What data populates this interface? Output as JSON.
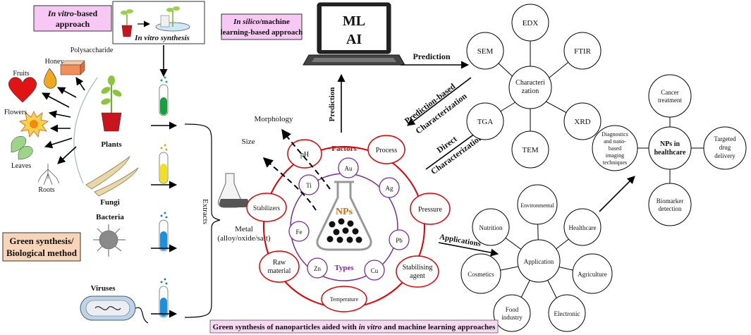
{
  "approach_vitro": {
    "line1_italic": "In vitro",
    "line1_rest": "-based",
    "line2": "approach"
  },
  "vitro_synthesis": {
    "italic": "In vitro",
    "rest": " synthesis"
  },
  "approach_silico": {
    "line1_italic": "In silico",
    "line1_rest": "/machine",
    "line2": "learning-based approach"
  },
  "laptop": {
    "line1": "ML",
    "line2": "AI"
  },
  "sources": {
    "fruits": "Fruits",
    "honey": "Honey",
    "polysaccharide": "Polysaccharide",
    "flowers": "Flowers",
    "leaves": "Leaves",
    "roots": "Roots",
    "plants": "Plants",
    "fungi": "Fungi",
    "bacteria": "Bacteria",
    "viruses": "Viruses"
  },
  "green_box": {
    "line1": "Green synthesis/",
    "line2": "Biological method"
  },
  "extracts": "Extracts",
  "metal": {
    "line1": "Metal",
    "line2": "(alloy/oxide/salt)"
  },
  "np_center": "NPs",
  "factors_title": "Factors",
  "types_title": "Types",
  "factors": {
    "ph": "pH",
    "process": "Process",
    "pressure": "Pressure",
    "stabilising_1": "Stabilising",
    "stabilising_2": "agent",
    "temperature": "Temperature",
    "raw_1": "Raw",
    "raw_2": "material",
    "stabilizers": "Stabilizers"
  },
  "types": {
    "au": "Au",
    "ag": "Ag",
    "pb": "Pb",
    "cu": "Cu",
    "zn": "Zn",
    "fe": "Fe",
    "ti": "Ti"
  },
  "size": "Size",
  "morphology": "Morphology",
  "arrows": {
    "prediction": "Prediction",
    "prediction_vert": "Prediction",
    "pred_based_1": "Prediction-based",
    "pred_based_2": "Characterization",
    "direct_1": "Direct",
    "direct_2": "Characterization",
    "applications": "Applications"
  },
  "characterization": {
    "center_1": "Characteri",
    "center_2": "zation",
    "edx": "EDX",
    "sem": "SEM",
    "ftir": "FTIR",
    "tga": "TGA",
    "xrd": "XRD",
    "tem": "TEM"
  },
  "application": {
    "center": "Application",
    "environmental": "Environmental",
    "nutrition": "Nutrition",
    "healthcare": "Healthcare",
    "cosmetics": "Cosmetics",
    "agriculture": "Agriculture",
    "food_1": "Food",
    "food_2": "industry",
    "electronic": "Electronic"
  },
  "healthcare": {
    "center_1": "NPs in",
    "center_2": "healthcare",
    "cancer_1": "Cancer",
    "cancer_2": "treatment",
    "diag_1": "Diagnostics",
    "diag_2": "and nano-",
    "diag_3": "based",
    "diag_4": "imaging",
    "diag_5": "techniques",
    "targeted_1": "Targeted",
    "targeted_2": "drug",
    "targeted_3": "delivery",
    "biomarker_1": "Biomarker",
    "biomarker_2": "detection"
  },
  "caption": {
    "pre": "Green synthesis of nanoparticles aided with ",
    "italic": "in vitro",
    "post": " and machine learning approaches"
  },
  "colors": {
    "red": "#e00000",
    "purple": "#7a2a9a",
    "pink_box": "#f6c8f3",
    "peach_box": "#f8d5b8",
    "caption_bg": "#f8d8f3",
    "np_orange": "#e06a00"
  }
}
